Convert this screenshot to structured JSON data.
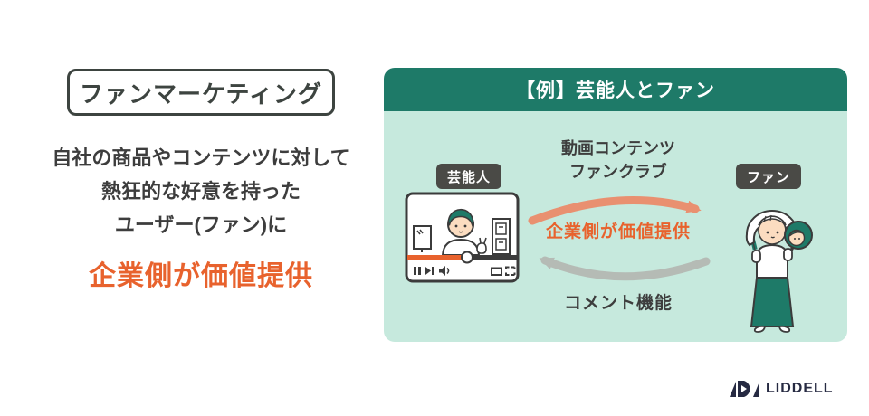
{
  "title": "ファンマーケティング",
  "description": {
    "lines": [
      "自社の商品やコンテンツに対して",
      "熱狂的な好意を持った",
      "ユーザー(ファン)に"
    ],
    "highlight": "企業側が価値提供"
  },
  "panel": {
    "header": "【例】芸能人とファン",
    "celebrity_label": "芸能人",
    "fan_label": "ファン",
    "give_labels": [
      "動画コンテンツ",
      "ファンクラブ"
    ],
    "give_highlight": "企業側が価値提供",
    "return_label": "コメント機能"
  },
  "logo": {
    "text": "LIDDELL"
  },
  "colors": {
    "header_green": "#1e7a68",
    "panel_bg": "#c6e9dd",
    "accent_orange": "#e8622d",
    "arrow_orange": "#e99070",
    "arrow_gray": "#b5bbb5",
    "text_dark": "#3d3d3d",
    "badge_bg": "#4a4a46",
    "logo_navy": "#262a42",
    "skin": "#fbdcc0"
  }
}
